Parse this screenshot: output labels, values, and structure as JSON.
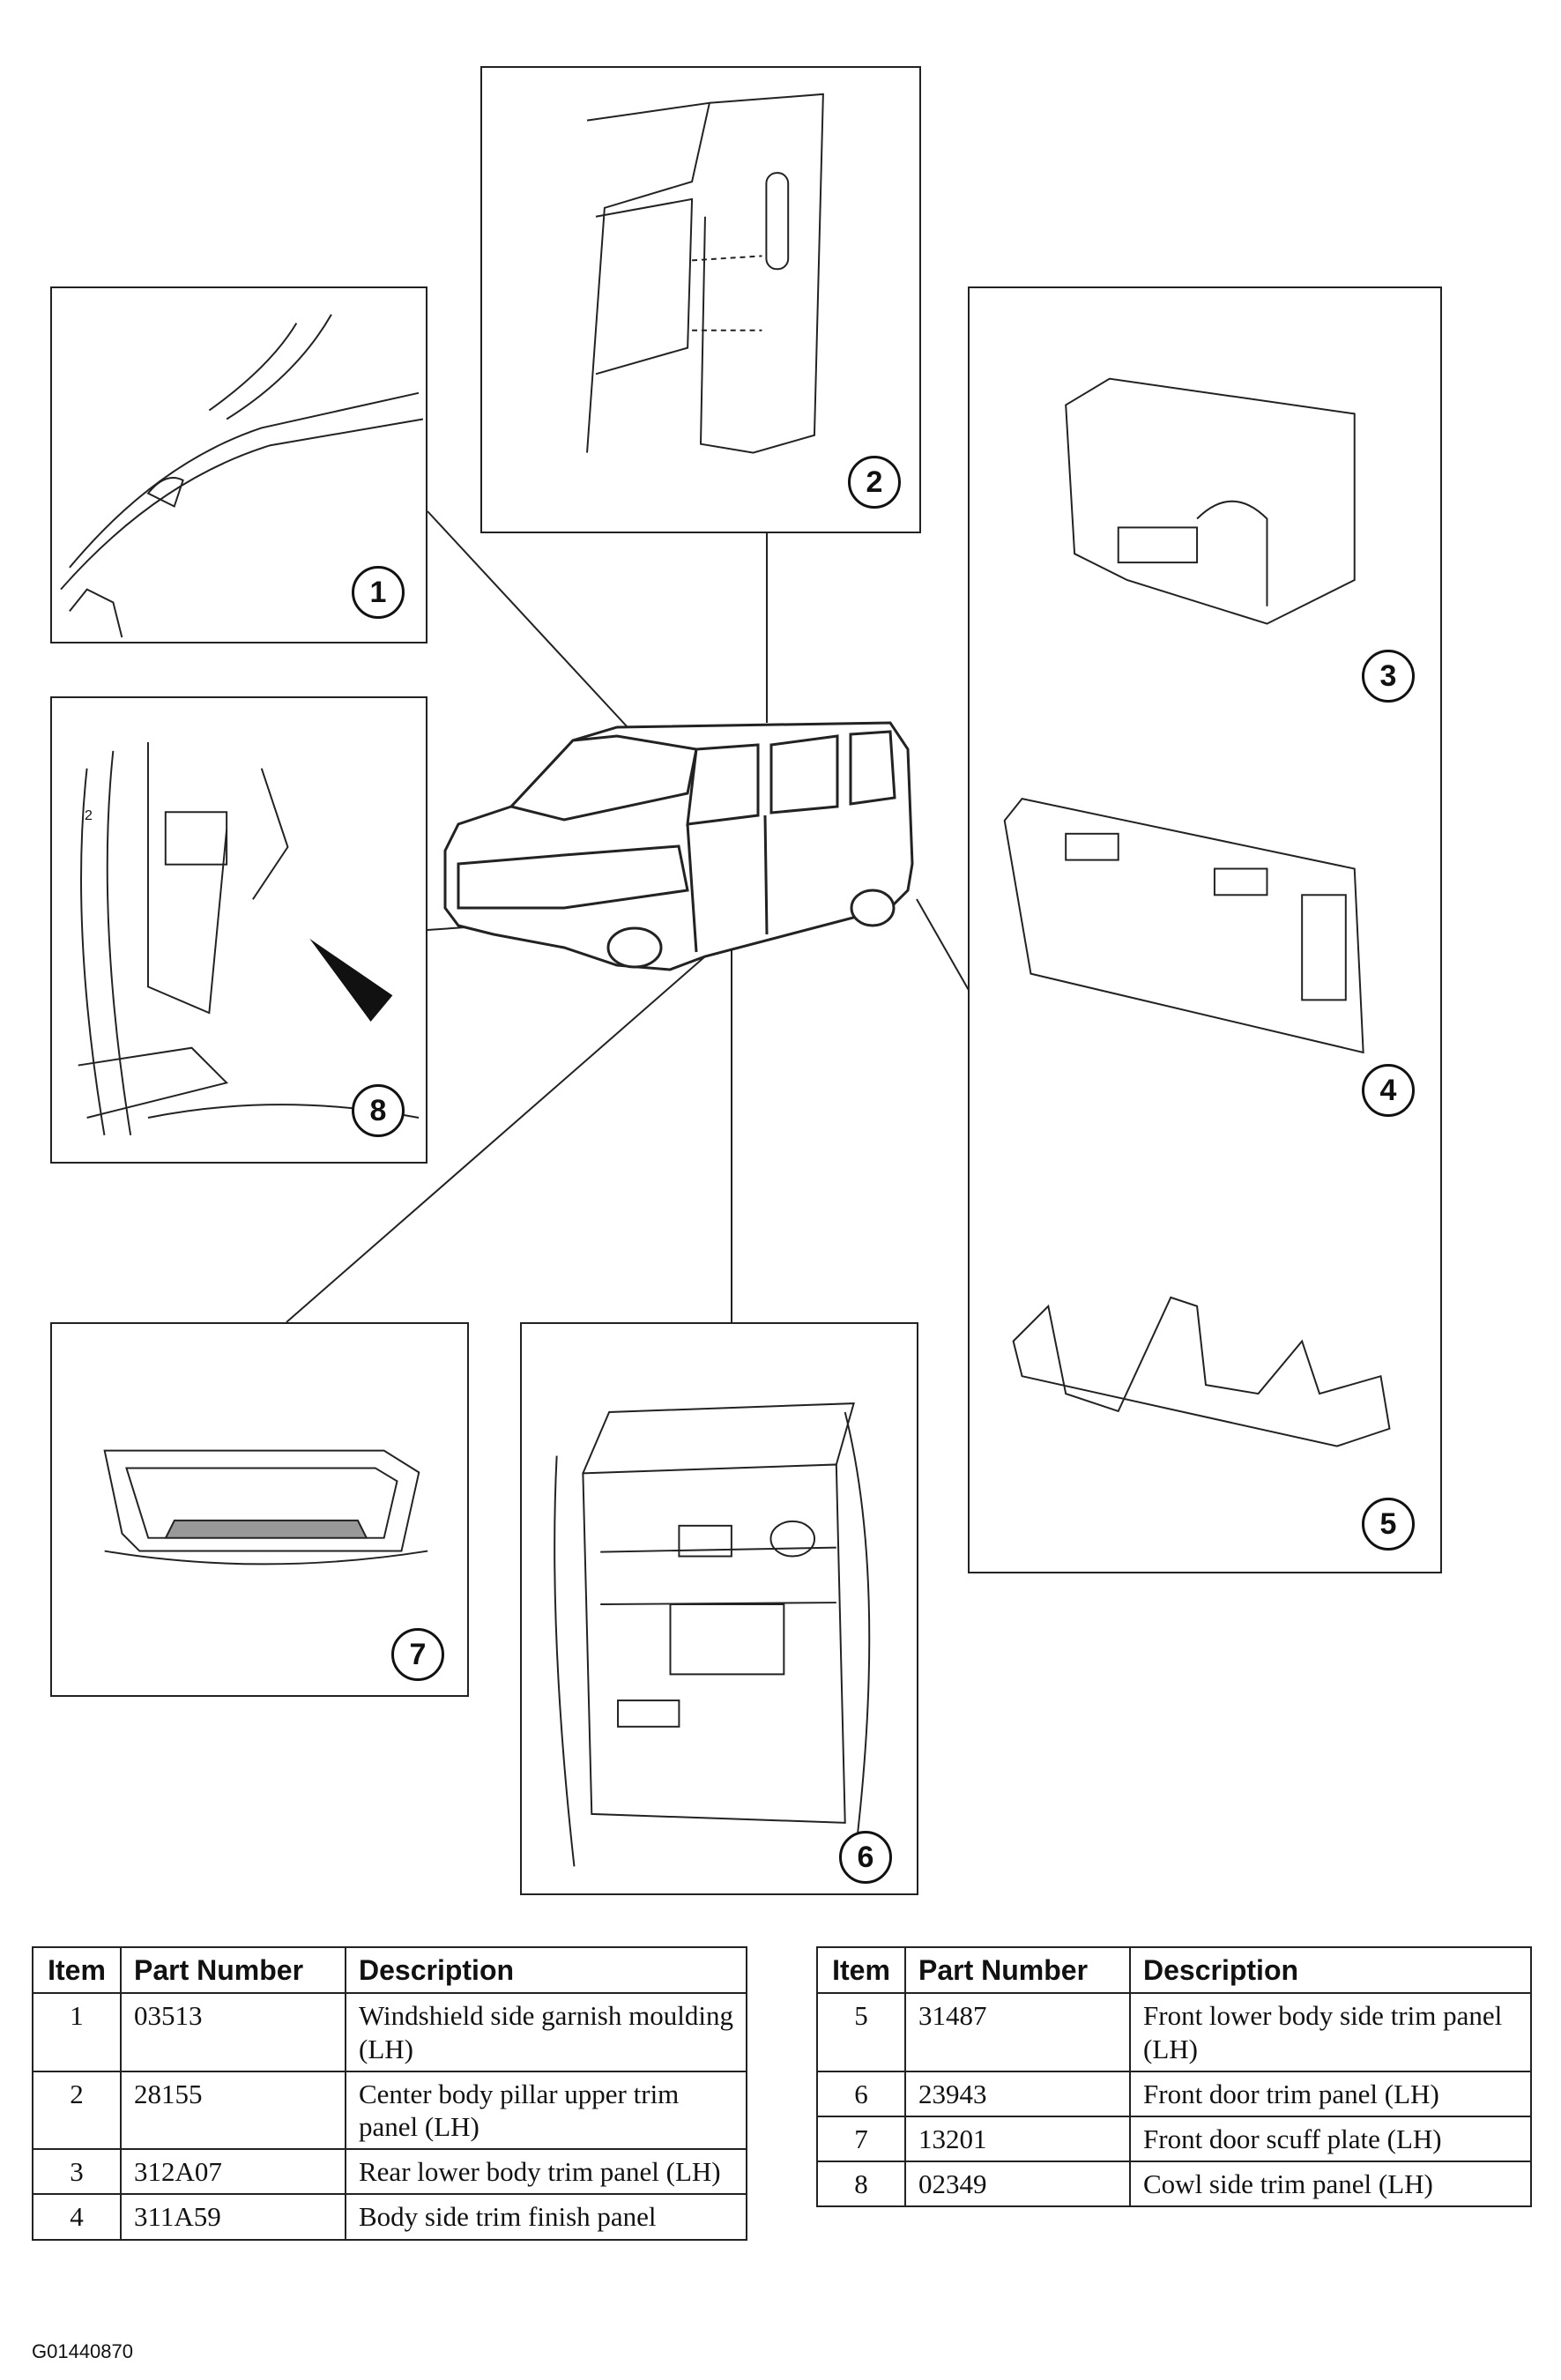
{
  "callouts": [
    "1",
    "2",
    "3",
    "4",
    "5",
    "6",
    "7",
    "8"
  ],
  "inset_label": "2",
  "table_left": {
    "headers": [
      "Item",
      "Part Number",
      "Description"
    ],
    "rows": [
      {
        "item": "1",
        "part": "03513",
        "desc": "Windshield side garnish moulding (LH)"
      },
      {
        "item": "2",
        "part": "28155",
        "desc": "Center body pillar upper trim panel (LH)"
      },
      {
        "item": "3",
        "part": "312A07",
        "desc": "Rear lower body trim panel (LH)"
      },
      {
        "item": "4",
        "part": "311A59",
        "desc": "Body side trim finish panel"
      }
    ]
  },
  "table_right": {
    "headers": [
      "Item",
      "Part Number",
      "Description"
    ],
    "rows": [
      {
        "item": "5",
        "part": "31487",
        "desc": "Front lower body side trim panel (LH)"
      },
      {
        "item": "6",
        "part": "23943",
        "desc": "Front door trim panel (LH)"
      },
      {
        "item": "7",
        "part": "13201",
        "desc": "Front door scuff plate (LH)"
      },
      {
        "item": "8",
        "part": "02349",
        "desc": "Cowl side trim panel (LH)"
      }
    ]
  },
  "figure_id": "G01440870"
}
